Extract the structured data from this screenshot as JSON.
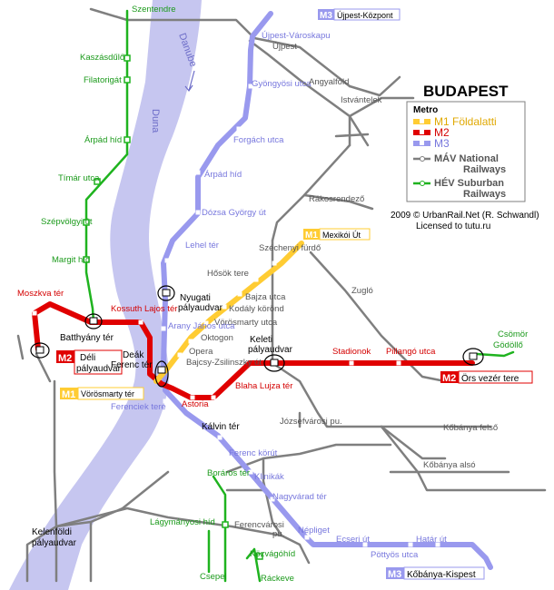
{
  "title": "BUDAPEST",
  "legend": {
    "heading": "Metro",
    "m1": "M1 Földalatti",
    "m2": "M2",
    "m3": "M3",
    "mav_1": "MÁV National",
    "mav_2": "Railways",
    "hev_1": "HÉV Suburban",
    "hev_2": "Railways"
  },
  "credits": {
    "line1": "2009 © UrbanRail.Net (R. Schwandl)",
    "line2": "Licensed to tutu.ru"
  },
  "river": {
    "name_1": "Danube",
    "name_2": "Duna"
  },
  "colors": {
    "m1": "#ffcc33",
    "m2": "#e00000",
    "m3": "#9999ee",
    "rail": "#7f7f7f",
    "hev": "#1fb31f",
    "river": "#c6c6f0"
  },
  "terminals": {
    "m3_north": {
      "badge": "M3",
      "name": "Újpest-Központ"
    },
    "m1_east": {
      "badge": "M1",
      "name": "Mexikói Út"
    },
    "m1_west": {
      "badge": "M1",
      "name": "Vörösmarty tér"
    },
    "m2_west": {
      "badge": "M2",
      "name_1": "Déli",
      "name_2": "pályaudvar"
    },
    "m2_east": {
      "badge": "M2",
      "name": "Örs vezér tere"
    },
    "m3_south": {
      "badge": "M3",
      "name": "Kőbánya-Kispest"
    }
  },
  "hev_north": [
    "Szentendre",
    "Kaszásdűlő",
    "Filatorigát",
    "Árpád híd",
    "Tímár utca",
    "Szépvölgyi út",
    "Margit híd"
  ],
  "hev_south": [
    "Boráros tér",
    "Lágymányosi híd",
    "Csepel",
    "Közvágóhíd",
    "Ráckeve"
  ],
  "hev_east": [
    "Csömör",
    "Gödöllő"
  ],
  "m1_stations": [
    "Széchenyi fürdő",
    "Hősök tere",
    "Bajza utca",
    "Kodály körönd",
    "Vörösmarty utca",
    "Oktogon",
    "Opera",
    "Bajcsy-Zsilinszky út"
  ],
  "m2_stations": [
    "Moszkva tér",
    "Batthyány tér",
    "Kossuth Lajos tér",
    "Astoria",
    "Blaha Lujza tér",
    "Stadionok",
    "Pillangó utca"
  ],
  "m3_stations": [
    "Újpest-Városkapu",
    "Gyöngyösi utca",
    "Forgách utca",
    "Árpád híd",
    "Dózsa György út",
    "Lehel tér",
    "Arany János utca",
    "Ferenciek tere",
    "Ferenc körút",
    "Klinikák",
    "Nagyvárad tér",
    "Népliget",
    "Ecseri út",
    "Pöttyös utca",
    "Határ út"
  ],
  "interchanges": {
    "deak_1": "Deák",
    "deak_2": "Ferenc tér",
    "nyugati_1": "Nyugati",
    "nyugati_2": "pályaudvar",
    "keleti_1": "Keleti",
    "keleti_2": "pályaudvar",
    "kalvin": "Kálvin tér",
    "kelenfold_1": "Kelenföldi",
    "kelenfold_2": "pályaudvar"
  },
  "rail_stations": {
    "ujpest": "Újpest",
    "angyalfold": "Angyalföld",
    "istvantelek": "Istvántelek",
    "rakosrendezo": "Rákosrendező",
    "zuglo": "Zugló",
    "jozsefvarosi": "Józsefvárosi pu.",
    "kobanya_felso": "Kőbánya felső",
    "kobanya_also": "Kőbánya alsó",
    "ferencvarosi_1": "Ferencvárosi",
    "ferencvarosi_2": "pu."
  }
}
